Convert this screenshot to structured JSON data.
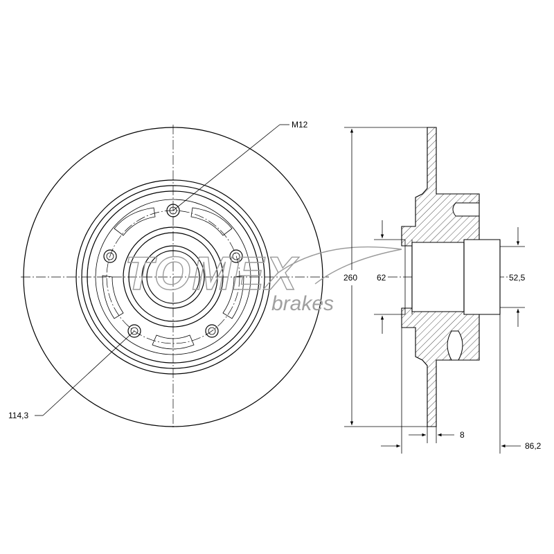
{
  "drawing": {
    "labels": {
      "bolt_thread": "M12",
      "bolt_circle": "114,3",
      "disc_diameter": "260",
      "bore_diameter": "62",
      "center_bore": "52,5",
      "disc_thickness": "8",
      "total_height": "86,2"
    }
  },
  "watermark": {
    "logo": "TOMEX",
    "sub": "brakes"
  },
  "colors": {
    "line": "#000000",
    "watermark": "#9a9a9a",
    "background": "#ffffff"
  }
}
